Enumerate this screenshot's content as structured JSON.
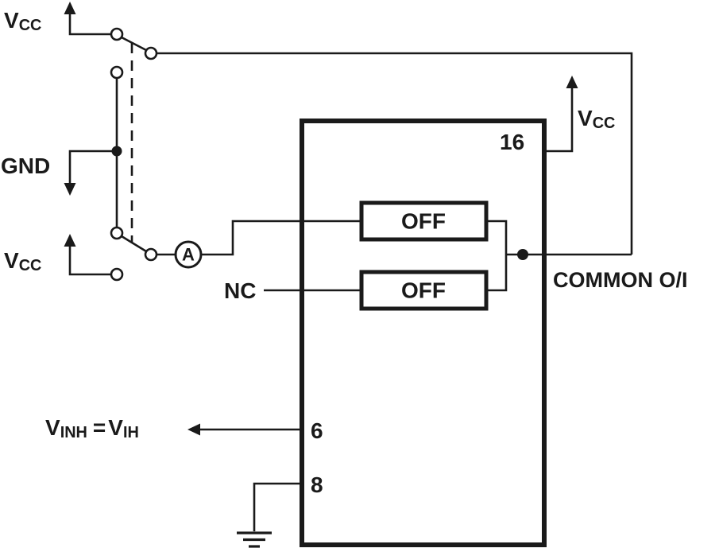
{
  "colors": {
    "line": "#1a1a1a",
    "background": "#ffffff"
  },
  "labels": {
    "vcc_top_left": {
      "main": "V",
      "sub": "CC"
    },
    "gnd": "GND",
    "vcc_bottom_left": {
      "main": "V",
      "sub": "CC"
    },
    "ammeter": "A",
    "nc": "NC",
    "off_top": "OFF",
    "off_bottom": "OFF",
    "pin_16": "16",
    "vcc_top_right": {
      "main": "V",
      "sub": "CC"
    },
    "common_oi": "COMMON O/I",
    "pin_6": "6",
    "vinh": {
      "v1": "V",
      "sub1": "INH",
      "eq": "=",
      "v2": "V",
      "sub2": "IH"
    },
    "pin_8": "8"
  }
}
